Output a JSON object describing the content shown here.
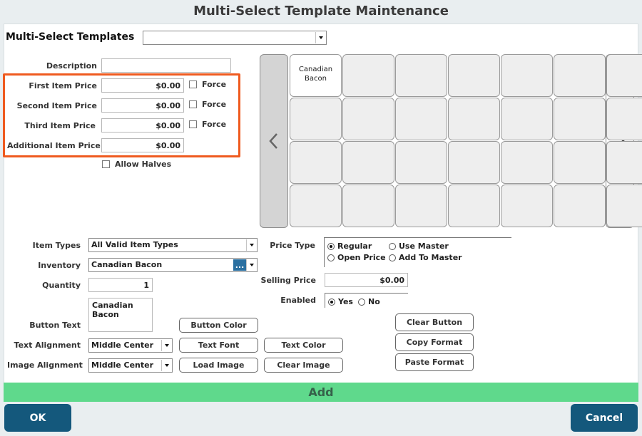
{
  "window": {
    "title": "Multi-Select Template Maintenance"
  },
  "templates": {
    "label": "Multi-Select Templates",
    "selected": ""
  },
  "fields": {
    "description": {
      "label": "Description",
      "value": ""
    },
    "first_price": {
      "label": "First Item Price",
      "value": "$0.00",
      "force": "Force"
    },
    "second_price": {
      "label": "Second Item Price",
      "value": "$0.00",
      "force": "Force"
    },
    "third_price": {
      "label": "Third Item Price",
      "value": "$0.00",
      "force": "Force"
    },
    "additional_price": {
      "label": "Additional Item Price",
      "value": "$0.00"
    },
    "allow_halves": "Allow Halves"
  },
  "grid": {
    "cells": [
      [
        "Canadian\nBacon",
        "",
        "",
        "",
        "",
        "",
        ""
      ],
      [
        "",
        "",
        "",
        "",
        "",
        "",
        ""
      ],
      [
        "",
        "",
        "",
        "",
        "",
        "",
        ""
      ],
      [
        "",
        "",
        "",
        "",
        "",
        "",
        ""
      ]
    ],
    "prev_icon": "chevron-left-icon",
    "next_icon": "chevron-right-icon"
  },
  "item": {
    "item_types_label": "Item Types",
    "item_types_value": "All Valid Item Types",
    "inventory_label": "Inventory",
    "inventory_value": "Canadian Bacon",
    "inventory_more": "...",
    "quantity_label": "Quantity",
    "quantity_value": "1",
    "button_text_label": "Button Text",
    "button_text_value": "Canadian\nBacon",
    "text_alignment_label": "Text Alignment",
    "text_alignment_value": "Middle Center",
    "image_alignment_label": "Image Alignment",
    "image_alignment_value": "Middle Center"
  },
  "pricing": {
    "price_type_label": "Price Type",
    "options": [
      "Regular",
      "Use Master",
      "Open Price",
      "Add To Master"
    ],
    "selected": "Regular",
    "selling_price_label": "Selling Price",
    "selling_price_value": "$0.00",
    "enabled_label": "Enabled",
    "enabled_yes": "Yes",
    "enabled_no": "No",
    "enabled_selected": "Yes"
  },
  "buttons": {
    "button_color": "Button Color",
    "text_font": "Text Font",
    "text_color": "Text Color",
    "load_image": "Load Image",
    "clear_image": "Clear Image",
    "clear_button": "Clear Button",
    "copy_format": "Copy Format",
    "paste_format": "Paste Format",
    "add": "Add",
    "ok": "OK",
    "cancel": "Cancel"
  },
  "colors": {
    "accent": "#14587c",
    "add": "#5fd98c",
    "highlight": "#ef5a1f"
  }
}
